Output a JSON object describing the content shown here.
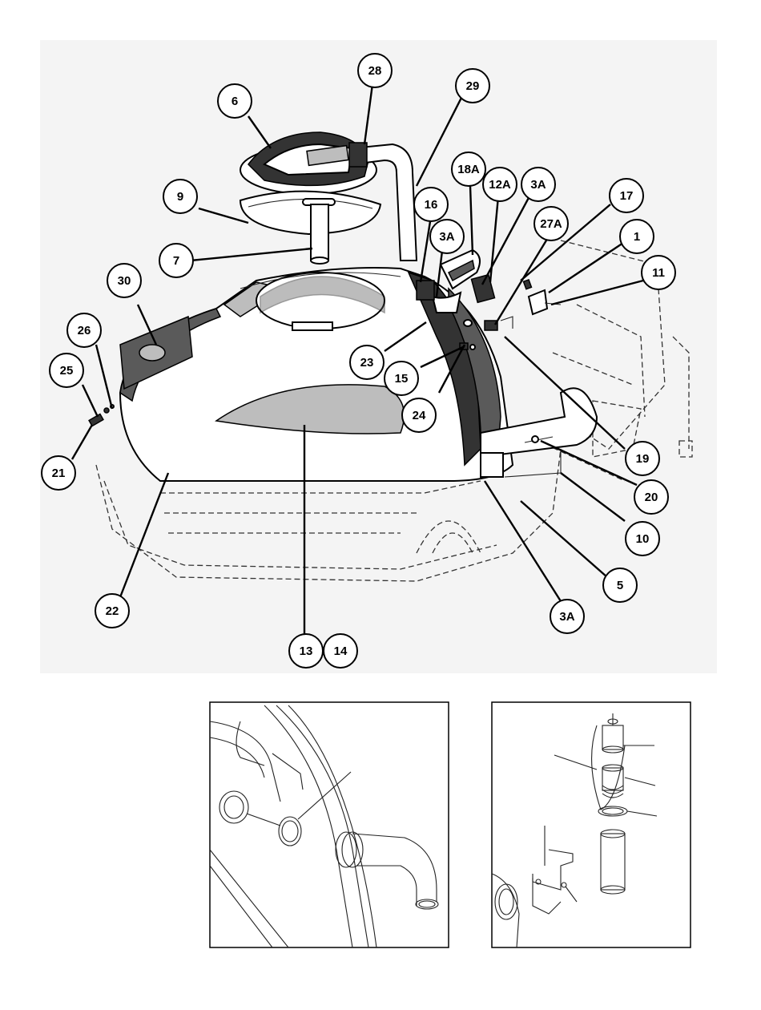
{
  "callouts": [
    {
      "id": "c6",
      "label": "6"
    },
    {
      "id": "c28",
      "label": "28"
    },
    {
      "id": "c29",
      "label": "29"
    },
    {
      "id": "c18A",
      "label": "18A"
    },
    {
      "id": "c12A",
      "label": "12A"
    },
    {
      "id": "c3A_top",
      "label": "3A"
    },
    {
      "id": "c17",
      "label": "17"
    },
    {
      "id": "c9",
      "label": "9"
    },
    {
      "id": "c16",
      "label": "16"
    },
    {
      "id": "c27A",
      "label": "27A"
    },
    {
      "id": "c3A_mid",
      "label": "3A"
    },
    {
      "id": "c1",
      "label": "1"
    },
    {
      "id": "c7",
      "label": "7"
    },
    {
      "id": "c11",
      "label": "11"
    },
    {
      "id": "c30",
      "label": "30"
    },
    {
      "id": "c26",
      "label": "26"
    },
    {
      "id": "c23",
      "label": "23"
    },
    {
      "id": "c25",
      "label": "25"
    },
    {
      "id": "c15",
      "label": "15"
    },
    {
      "id": "c24",
      "label": "24"
    },
    {
      "id": "c21",
      "label": "21"
    },
    {
      "id": "c19",
      "label": "19"
    },
    {
      "id": "c20",
      "label": "20"
    },
    {
      "id": "c10",
      "label": "10"
    },
    {
      "id": "c5",
      "label": "5"
    },
    {
      "id": "c22",
      "label": "22"
    },
    {
      "id": "c3A_bot",
      "label": "3A"
    },
    {
      "id": "c13",
      "label": "13"
    },
    {
      "id": "c14",
      "label": "14"
    }
  ],
  "colors": {
    "ink": "#000000",
    "panel": "#5a5a5a",
    "light": "#bdbdbd"
  }
}
